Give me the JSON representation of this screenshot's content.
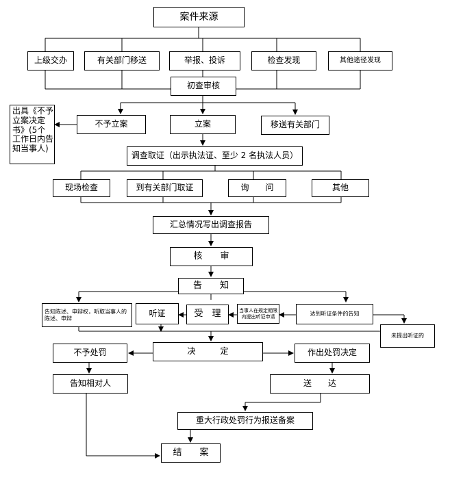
{
  "nodes": {
    "source": "案件来源",
    "superior": "上级交办",
    "transfer_in": "有关部门移送",
    "report": "举报、投诉",
    "inspect_found": "检查发现",
    "other_source": "其他途径发现",
    "initial_review": "初查审核",
    "notice_no_case": "出具《不予立案决定书》(5个工作日内告知当事人)",
    "no_case": "不予立案",
    "file_case": "立案",
    "transfer_out": "移送有关部门",
    "investigate": "调查取证（出示执法证、至少 2 名执法人员）",
    "site_inspection": "现场检查",
    "dept_evidence": "到有关部门取证",
    "inquiry": "询　　问",
    "other": "其他",
    "summary_report": "汇总情况写出调查报告",
    "review": "核　　审",
    "notify": "告　　知",
    "defense_notice": "告知陈述、申辩权，听取当事人的陈述、申辩",
    "hearing": "听证",
    "accept": "受　理",
    "hearing_request": "当事人在规定期限内提出听证申请",
    "hearing_conditions": "达到听证条件的告知",
    "no_hearing_request": "未提出听证的",
    "no_penalty": "不予处罚",
    "decision": "决　　　定",
    "penalty_decision": "作出处罚决定",
    "inform_party": "告知相对人",
    "deliver": "送　　达",
    "major_filing": "重大行政处罚行为报送备案",
    "close_case": "结　　案"
  }
}
